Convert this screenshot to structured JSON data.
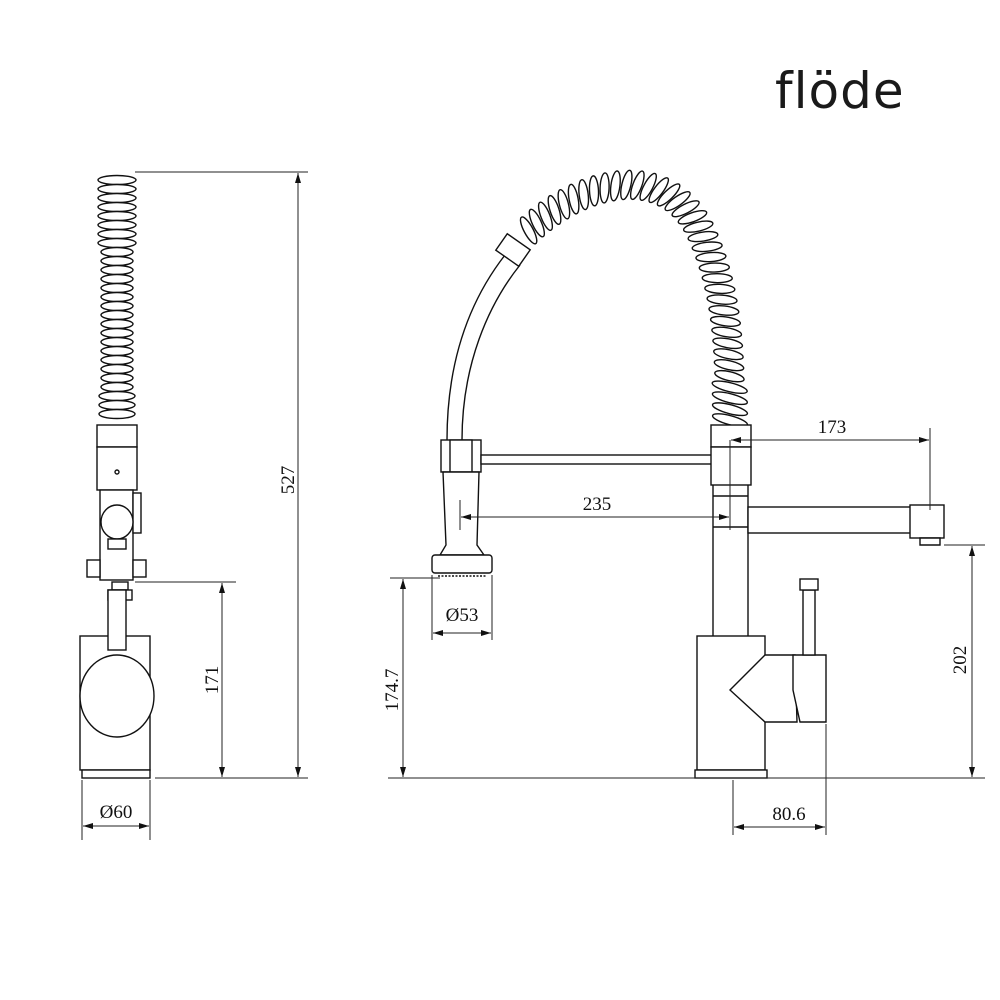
{
  "brand": {
    "logo": "flöde"
  },
  "side_view": {
    "dimensions": {
      "total_height": "527",
      "spout_height": "171",
      "base_diameter": "Ø60"
    }
  },
  "front_view": {
    "dimensions": {
      "spray_reach": "235",
      "spout_reach": "173",
      "spray_head_height": "174.7",
      "spray_head_diameter": "Ø53",
      "spout_height": "202",
      "handle_offset": "80.6"
    }
  }
}
